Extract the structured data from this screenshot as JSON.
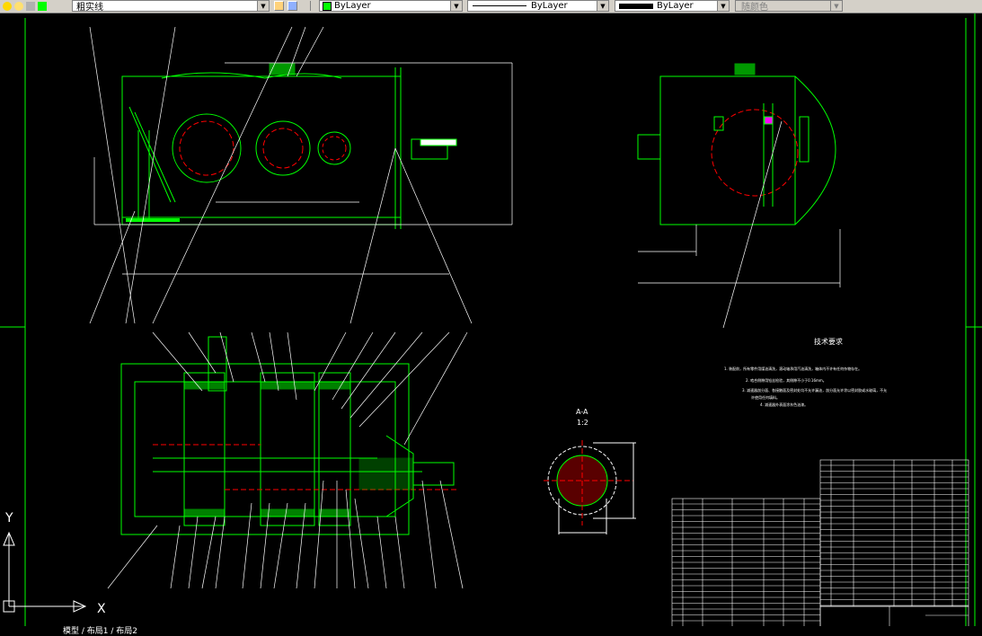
{
  "toolbar": {
    "linetype_label": "粗实线",
    "color_value": "ByLayer",
    "linetype_value": "ByLayer",
    "lineweight_value": "ByLayer",
    "plotstyle_value": "随颜色",
    "colors": {
      "green": "#00ff00",
      "bylayer_swatch": "#00ff00",
      "lineweight_swatch": "#000000"
    }
  },
  "drawing": {
    "tech_title": "技术要求",
    "tech_items": [
      "1. 装配前，所有零件用煤油清洗，滚动轴承用汽油清洗，箱体内不许有任何杂物存在。",
      "2. 啮合侧隙用铅丝检验，其侧隙不小于0.16mm。",
      "3. 减速器剖分面、各接触面及密封处均不允许漏油，剖分面允许涂以密封胶或水玻璃，不允",
      "许使用任何填料。",
      "4. 减速器外表面涂灰色油漆。"
    ],
    "section_label": "A-A",
    "scale_label": "1:2",
    "axis_x": "X",
    "axis_y": "Y",
    "colors": {
      "line": "#00ff00",
      "white": "#ffffff",
      "red": "#ff0000",
      "yellow": "#ffff00",
      "magenta": "#ff00ff"
    }
  },
  "status": {
    "text": "模型 / 布局1 / 布局2"
  }
}
